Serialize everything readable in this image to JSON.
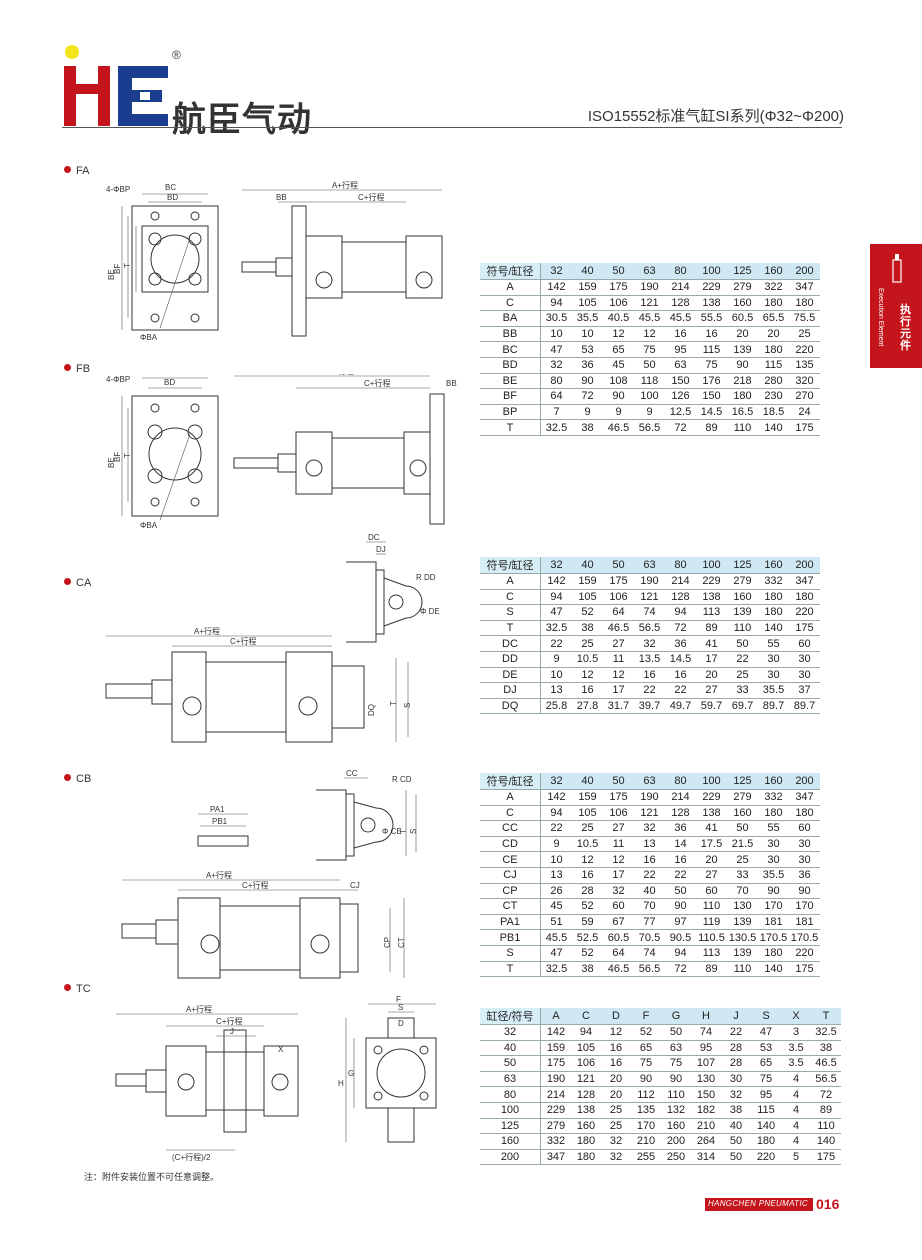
{
  "header": {
    "brand": "航臣气动",
    "registered": "®",
    "series_title": "ISO15552标准气缸SI系列(Φ32~Φ200)"
  },
  "side_tab": {
    "cn": "执行元件",
    "en": "Execution Element"
  },
  "colors": {
    "accent": "#c4151c",
    "logo_yellow": "#f3e51b",
    "logo_blue": "#1a3d8f",
    "table_header": "#cfe8f3"
  },
  "sections": {
    "fa": "FA",
    "fb": "FB",
    "ca": "CA",
    "cb": "CB",
    "tc": "TC"
  },
  "drawing_labels": {
    "bp": "4-ΦBP",
    "bc": "BC",
    "bd": "BD",
    "be": "BE",
    "bf": "BF",
    "t": "T",
    "ba": "ΦBA",
    "a_stroke": "A+行程",
    "c_stroke": "C+行程",
    "bb": "BB",
    "dc": "DC",
    "dj": "DJ",
    "rdd": "R DD",
    "de": "Φ DE",
    "dq": "DQ",
    "s": "S",
    "cc": "CC",
    "rcd": "R CD",
    "ce": "Φ CE",
    "pa1": "PA1",
    "pb1": "PB1",
    "cj": "CJ",
    "cp": "CP",
    "ct": "CT",
    "j": "J",
    "x": "X",
    "half_c": "(C+行程)/2",
    "f": "F",
    "h": "H",
    "g": "G",
    "tc_s": "S",
    "tc_d": "D"
  },
  "tables": {
    "fa_fb": {
      "columns": [
        "符号/缸径",
        "32",
        "40",
        "50",
        "63",
        "80",
        "100",
        "125",
        "160",
        "200"
      ],
      "rows": [
        [
          "A",
          "142",
          "159",
          "175",
          "190",
          "214",
          "229",
          "279",
          "322",
          "347"
        ],
        [
          "C",
          "94",
          "105",
          "106",
          "121",
          "128",
          "138",
          "160",
          "180",
          "180"
        ],
        [
          "BA",
          "30.5",
          "35.5",
          "40.5",
          "45.5",
          "45.5",
          "55.5",
          "60.5",
          "65.5",
          "75.5"
        ],
        [
          "BB",
          "10",
          "10",
          "12",
          "12",
          "16",
          "16",
          "20",
          "20",
          "25"
        ],
        [
          "BC",
          "47",
          "53",
          "65",
          "75",
          "95",
          "115",
          "139",
          "180",
          "220"
        ],
        [
          "BD",
          "32",
          "36",
          "45",
          "50",
          "63",
          "75",
          "90",
          "115",
          "135"
        ],
        [
          "BE",
          "80",
          "90",
          "108",
          "118",
          "150",
          "176",
          "218",
          "280",
          "320"
        ],
        [
          "BF",
          "64",
          "72",
          "90",
          "100",
          "126",
          "150",
          "180",
          "230",
          "270"
        ],
        [
          "BP",
          "7",
          "9",
          "9",
          "9",
          "12.5",
          "14.5",
          "16.5",
          "18.5",
          "24"
        ],
        [
          "T",
          "32.5",
          "38",
          "46.5",
          "56.5",
          "72",
          "89",
          "110",
          "140",
          "175"
        ]
      ]
    },
    "ca": {
      "columns": [
        "符号/缸径",
        "32",
        "40",
        "50",
        "63",
        "80",
        "100",
        "125",
        "160",
        "200"
      ],
      "rows": [
        [
          "A",
          "142",
          "159",
          "175",
          "190",
          "214",
          "229",
          "279",
          "332",
          "347"
        ],
        [
          "C",
          "94",
          "105",
          "106",
          "121",
          "128",
          "138",
          "160",
          "180",
          "180"
        ],
        [
          "S",
          "47",
          "52",
          "64",
          "74",
          "94",
          "113",
          "139",
          "180",
          "220"
        ],
        [
          "T",
          "32.5",
          "38",
          "46.5",
          "56.5",
          "72",
          "89",
          "110",
          "140",
          "175"
        ],
        [
          "DC",
          "22",
          "25",
          "27",
          "32",
          "36",
          "41",
          "50",
          "55",
          "60"
        ],
        [
          "DD",
          "9",
          "10.5",
          "11",
          "13.5",
          "14.5",
          "17",
          "22",
          "30",
          "30"
        ],
        [
          "DE",
          "10",
          "12",
          "12",
          "16",
          "16",
          "20",
          "25",
          "30",
          "30"
        ],
        [
          "DJ",
          "13",
          "16",
          "17",
          "22",
          "22",
          "27",
          "33",
          "35.5",
          "37"
        ],
        [
          "DQ",
          "25.8",
          "27.8",
          "31.7",
          "39.7",
          "49.7",
          "59.7",
          "69.7",
          "89.7",
          "89.7"
        ]
      ]
    },
    "cb": {
      "columns": [
        "符号/缸径",
        "32",
        "40",
        "50",
        "63",
        "80",
        "100",
        "125",
        "160",
        "200"
      ],
      "rows": [
        [
          "A",
          "142",
          "159",
          "175",
          "190",
          "214",
          "229",
          "279",
          "332",
          "347"
        ],
        [
          "C",
          "94",
          "105",
          "106",
          "121",
          "128",
          "138",
          "160",
          "180",
          "180"
        ],
        [
          "CC",
          "22",
          "25",
          "27",
          "32",
          "36",
          "41",
          "50",
          "55",
          "60"
        ],
        [
          "CD",
          "9",
          "10.5",
          "11",
          "13",
          "14",
          "17.5",
          "21.5",
          "30",
          "30"
        ],
        [
          "CE",
          "10",
          "12",
          "12",
          "16",
          "16",
          "20",
          "25",
          "30",
          "30"
        ],
        [
          "CJ",
          "13",
          "16",
          "17",
          "22",
          "22",
          "27",
          "33",
          "35.5",
          "36"
        ],
        [
          "CP",
          "26",
          "28",
          "32",
          "40",
          "50",
          "60",
          "70",
          "90",
          "90"
        ],
        [
          "CT",
          "45",
          "52",
          "60",
          "70",
          "90",
          "110",
          "130",
          "170",
          "170"
        ],
        [
          "PA1",
          "51",
          "59",
          "67",
          "77",
          "97",
          "119",
          "139",
          "181",
          "181"
        ],
        [
          "PB1",
          "45.5",
          "52.5",
          "60.5",
          "70.5",
          "90.5",
          "110.5",
          "130.5",
          "170.5",
          "170.5"
        ],
        [
          "S",
          "47",
          "52",
          "64",
          "74",
          "94",
          "113",
          "139",
          "180",
          "220"
        ],
        [
          "T",
          "32.5",
          "38",
          "46.5",
          "56.5",
          "72",
          "89",
          "110",
          "140",
          "175"
        ]
      ]
    },
    "tc": {
      "columns": [
        "缸径/符号",
        "A",
        "C",
        "D",
        "F",
        "G",
        "H",
        "J",
        "S",
        "X",
        "T"
      ],
      "rows": [
        [
          "32",
          "142",
          "94",
          "12",
          "52",
          "50",
          "74",
          "22",
          "47",
          "3",
          "32.5"
        ],
        [
          "40",
          "159",
          "105",
          "16",
          "65",
          "63",
          "95",
          "28",
          "53",
          "3.5",
          "38"
        ],
        [
          "50",
          "175",
          "106",
          "16",
          "75",
          "75",
          "107",
          "28",
          "65",
          "3.5",
          "46.5"
        ],
        [
          "63",
          "190",
          "121",
          "20",
          "90",
          "90",
          "130",
          "30",
          "75",
          "4",
          "56.5"
        ],
        [
          "80",
          "214",
          "128",
          "20",
          "112",
          "110",
          "150",
          "32",
          "95",
          "4",
          "72"
        ],
        [
          "100",
          "229",
          "138",
          "25",
          "135",
          "132",
          "182",
          "38",
          "115",
          "4",
          "89"
        ],
        [
          "125",
          "279",
          "160",
          "25",
          "170",
          "160",
          "210",
          "40",
          "140",
          "4",
          "110"
        ],
        [
          "160",
          "332",
          "180",
          "32",
          "210",
          "200",
          "264",
          "50",
          "180",
          "4",
          "140"
        ],
        [
          "200",
          "347",
          "180",
          "32",
          "255",
          "250",
          "314",
          "50",
          "220",
          "5",
          "175"
        ]
      ]
    }
  },
  "note": "注：附件安装位置不可任意调整。",
  "footer": {
    "company": "HANGCHEN PNEUMATIC",
    "page": "016"
  }
}
